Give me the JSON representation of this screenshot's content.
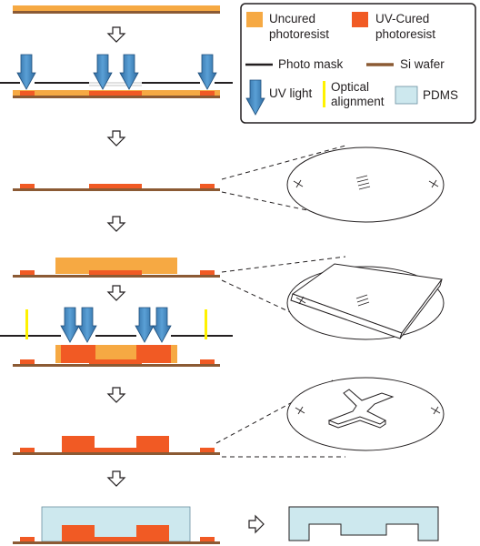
{
  "colors": {
    "uncured_photoresist": "#F6A943",
    "uv_cured_photoresist": "#F15A24",
    "photo_mask": "#231F20",
    "si_wafer": "#8B5A34",
    "uv_light": "#3E7FB5",
    "optical_alignment": "#FFF200",
    "pdms": "#CDE8EE"
  },
  "legend": {
    "uncured_line1": "Uncured",
    "uncured_line2": "photoresist",
    "cured_line1": "UV-Cured",
    "cured_line2": "photoresist",
    "photo_mask": "Photo mask",
    "si_wafer": "Si wafer",
    "uv_light": "UV light",
    "optical_line1": "Optical",
    "optical_line2": "alignment",
    "pdms": "PDMS"
  },
  "steps": [
    {
      "id": "step-1",
      "description_icons": [
        "wafer-with-uncured-resist"
      ]
    },
    {
      "id": "step-2",
      "description_icons": [
        "uv-exposure-through-mask"
      ]
    },
    {
      "id": "step-3",
      "description_icons": [
        "developed-first-layer",
        "wafer-zoom-marks"
      ]
    },
    {
      "id": "step-4",
      "description_icons": [
        "second-resist-layer",
        "wafer-zoom-coated"
      ]
    },
    {
      "id": "step-5",
      "description_icons": [
        "aligned-second-exposure"
      ]
    },
    {
      "id": "step-6",
      "description_icons": [
        "developed-two-layer-mold",
        "wafer-zoom-cross-structure"
      ]
    },
    {
      "id": "step-7",
      "description_icons": [
        "pdms-cast-on-mold",
        "peeled-pdms-replica"
      ]
    }
  ]
}
